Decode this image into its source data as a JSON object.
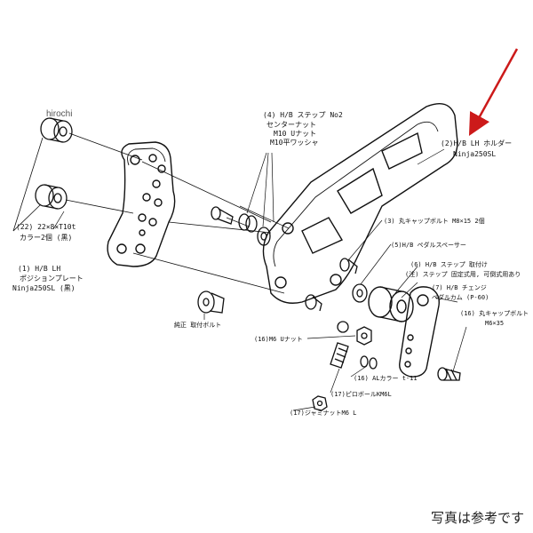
{
  "watermark": "hirochi",
  "footer_note": "写真は参考です",
  "colors": {
    "arrow": "#cc1a1a",
    "line": "#111111"
  },
  "labels": {
    "p4": [
      "(4) H/B ステップ No2",
      "センターナット",
      "M10 Uナット",
      "M10平ワッシャ"
    ],
    "p2": [
      "(2)H/B LH ホルダー",
      "Ninja250SL"
    ],
    "p22": [
      "(22) 22×8×T10t",
      "カラー2個 (黒)"
    ],
    "p1": [
      "(1) H/B LH",
      "ポジションプレート",
      "Ninja250SL (黒)"
    ],
    "p3": "(3) 丸キャップボルト M8×15 2個",
    "p5": "(5)H/B ペダルスペーサー",
    "p6": [
      "(6) H/B ステップ 取付け",
      "(注) ステップ 固定式用, 可倒式用あり"
    ],
    "p7": [
      "(7) H/B チェンジ",
      "ペダルカム (P-60)"
    ],
    "p16a": [
      "(16) 丸キャップボルト",
      "M6×35"
    ],
    "stock": "純正 取付ボルト",
    "p16b": "(16)M6 Uナット",
    "p16c": "(16) ALカラー t-11",
    "p17a": "(17)ピロボールKM6L",
    "p17b": "(17)ジャミナットM6 L"
  }
}
